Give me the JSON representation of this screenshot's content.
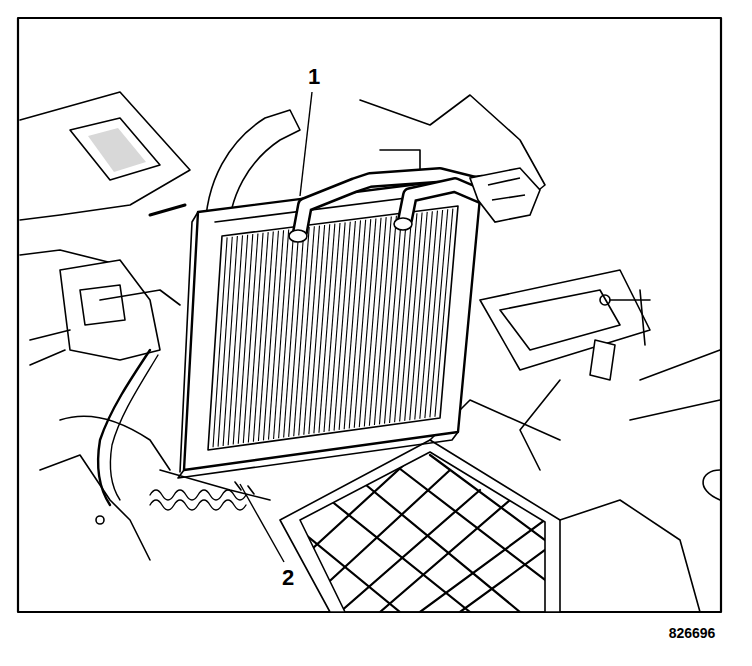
{
  "diagram": {
    "labels": [
      "1",
      "2",
      "826696"
    ]
  }
}
